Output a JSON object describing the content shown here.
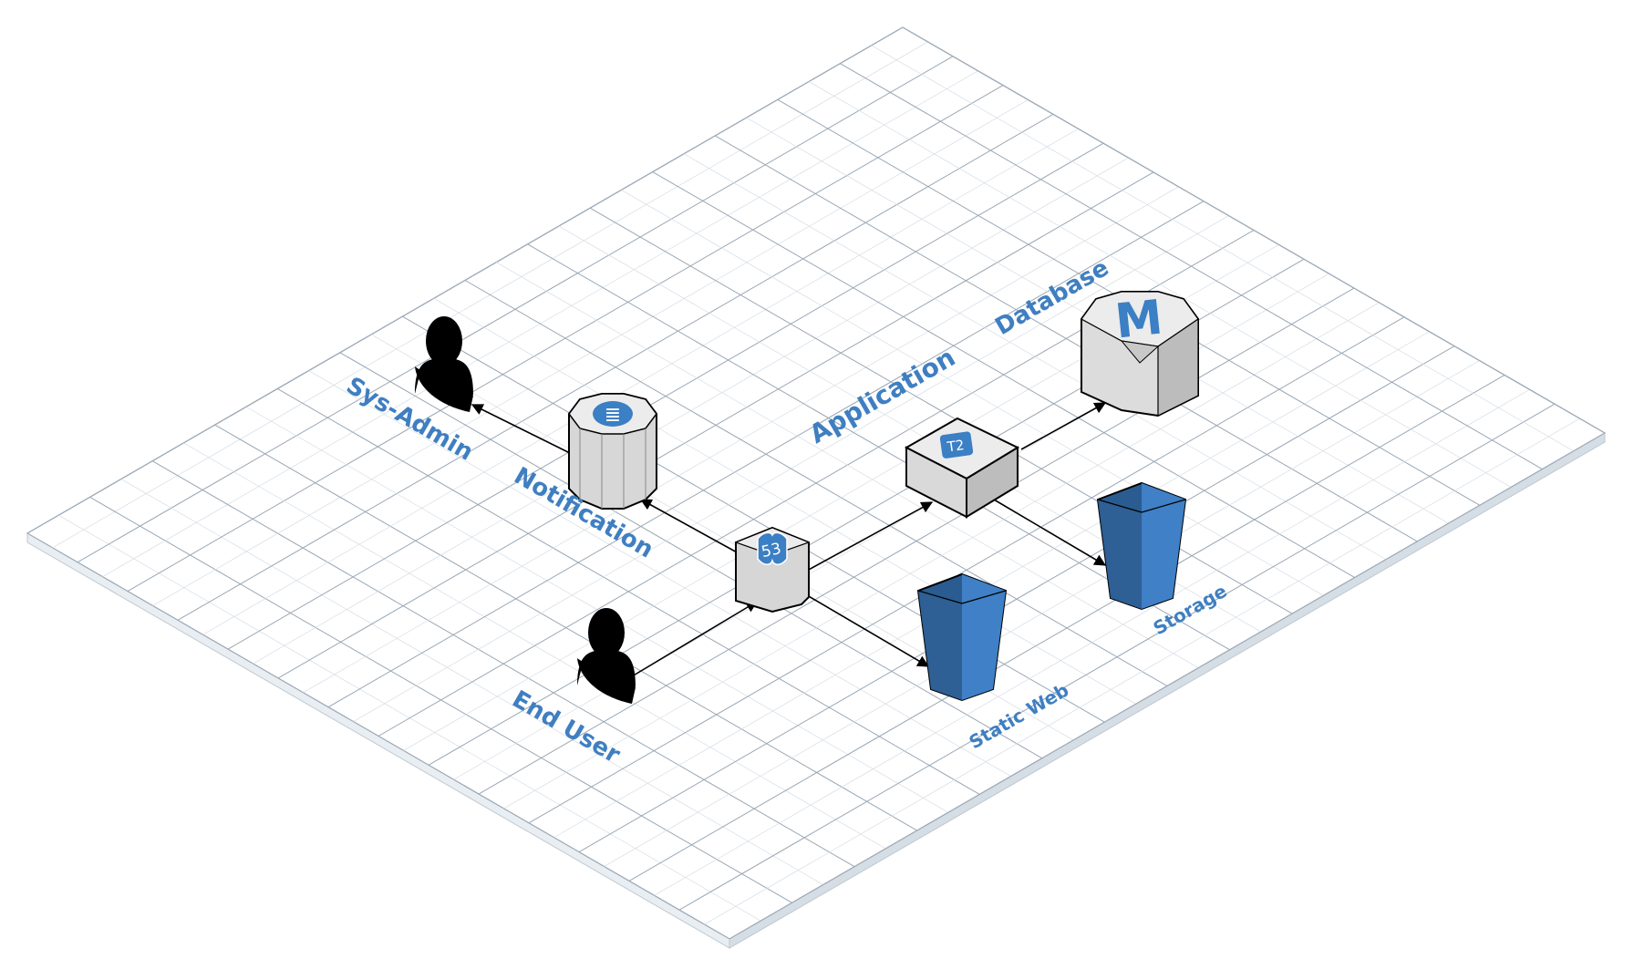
{
  "diagram": {
    "colors": {
      "label": "#3f7fc1",
      "grid_major": "#9aa7b4",
      "grid_minor": "#d6dde4",
      "platform_edge": "#c9d2db",
      "connector": "#000000",
      "node_light": "#e8e8e8",
      "node_mid": "#cfcfcf",
      "node_dark": "#b5b5b5",
      "bucket_light": "#4a8ad0",
      "bucket_dark": "#2b5c91",
      "badge": "#3b7fc4"
    },
    "labels": {
      "sys_admin": "Sys-Admin",
      "notification": "Notification",
      "application": "Application",
      "database": "Database",
      "end_user": "End User",
      "static_web": "Static Web",
      "storage": "Storage"
    },
    "badges": {
      "route53": "53",
      "ec2": "T2",
      "rds": "M",
      "sns": "≣"
    },
    "icons": {
      "sys_admin": "user-icon",
      "end_user": "user-icon",
      "notification": "sns-icon",
      "route53": "route53-icon",
      "application": "ec2-instance-icon",
      "database": "rds-icon",
      "static_web": "s3-bucket-icon",
      "storage": "s3-bucket-icon"
    }
  }
}
